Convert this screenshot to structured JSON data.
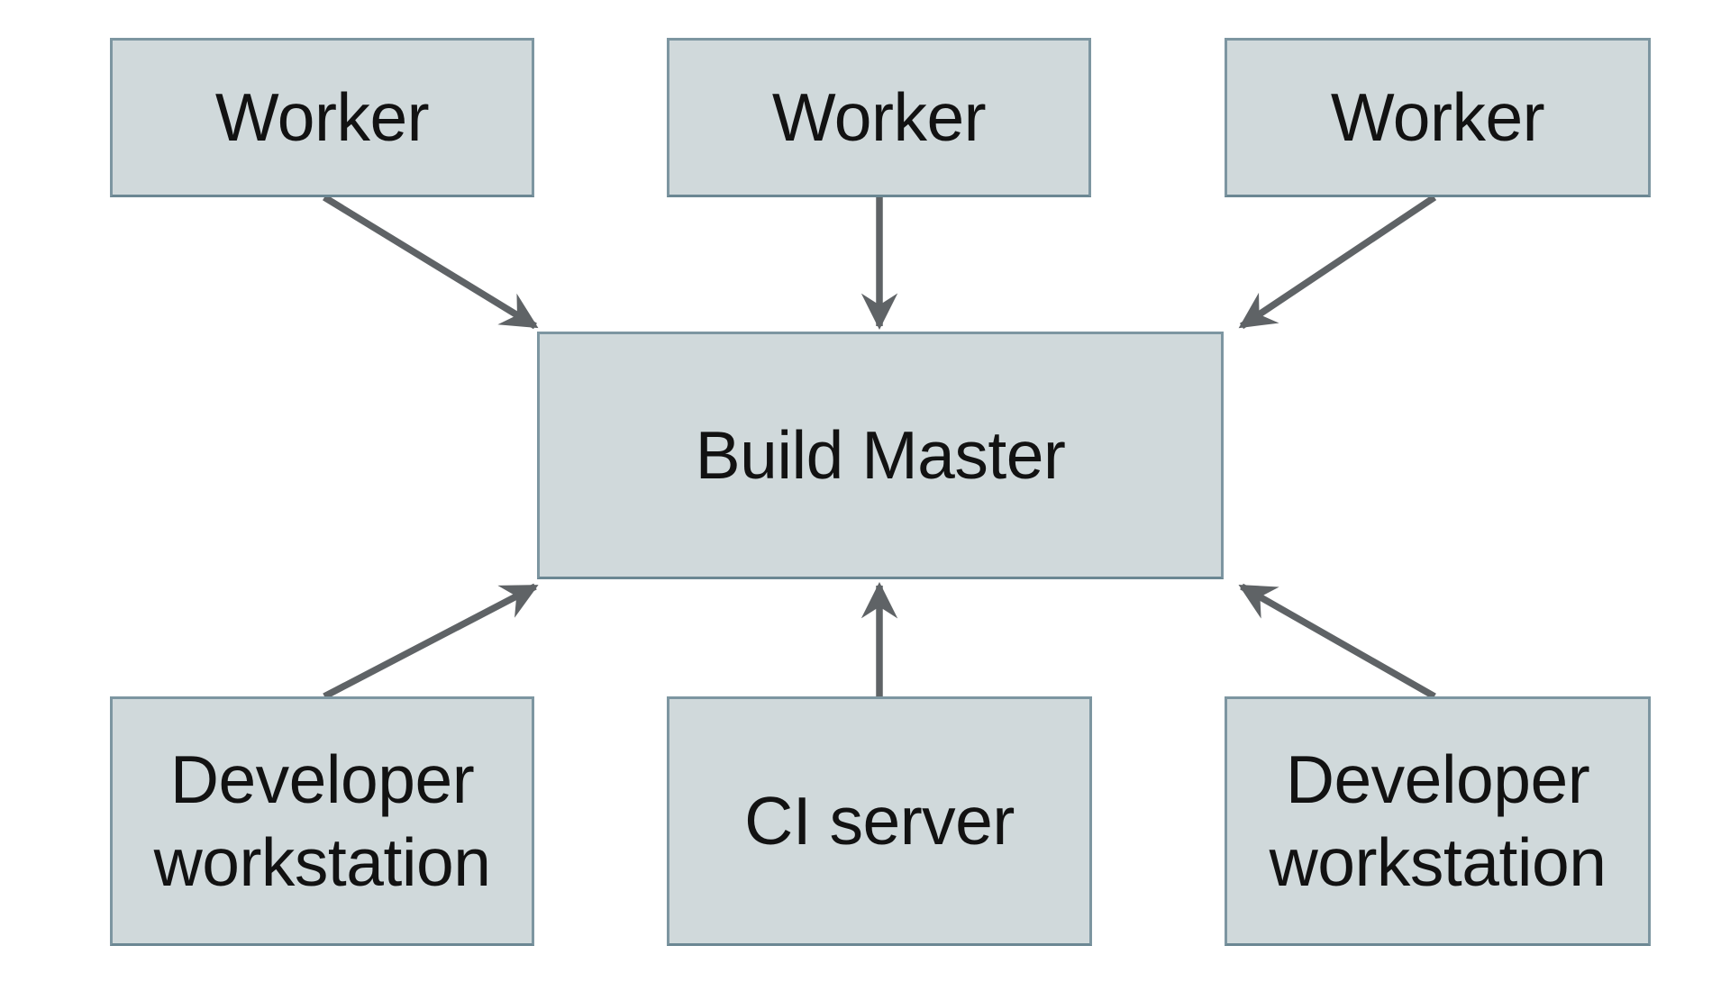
{
  "diagram": {
    "type": "architecture-flow",
    "nodes": [
      {
        "id": "worker-1",
        "label": "Worker",
        "row": "top"
      },
      {
        "id": "worker-2",
        "label": "Worker",
        "row": "top"
      },
      {
        "id": "worker-3",
        "label": "Worker",
        "row": "top"
      },
      {
        "id": "build-master",
        "label": "Build Master",
        "row": "middle"
      },
      {
        "id": "developer-workstation-1",
        "label": "Developer workstation",
        "row": "bottom"
      },
      {
        "id": "ci-server",
        "label": "CI server",
        "row": "bottom"
      },
      {
        "id": "developer-workstation-2",
        "label": "Developer workstation",
        "row": "bottom"
      }
    ],
    "edges": [
      {
        "from": "worker-1",
        "to": "build-master"
      },
      {
        "from": "worker-2",
        "to": "build-master"
      },
      {
        "from": "worker-3",
        "to": "build-master"
      },
      {
        "from": "developer-workstation-1",
        "to": "build-master"
      },
      {
        "from": "ci-server",
        "to": "build-master"
      },
      {
        "from": "developer-workstation-2",
        "to": "build-master"
      }
    ],
    "colors": {
      "background": "#ffffff",
      "node_fill": "#d0d9db",
      "node_border": "#7d96a1",
      "node_border_bottom": "#6b8793",
      "arrow": "#5f6366",
      "text": "#121212"
    }
  }
}
